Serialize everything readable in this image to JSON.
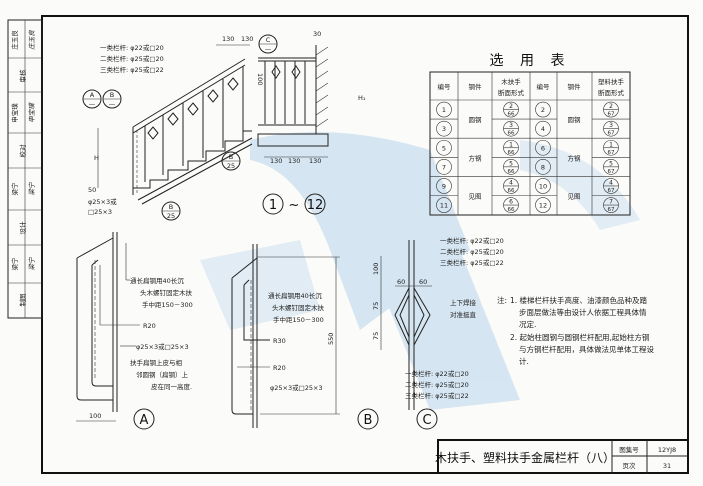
{
  "sidebar": {
    "cells": [
      {
        "role": "审核",
        "name": "庄玉良"
      },
      {
        "role": "校对",
        "name": "申宝璞"
      },
      {
        "role": "设计",
        "name": "梁宁"
      },
      {
        "role": "制图",
        "name": ""
      }
    ],
    "rows": [
      "庄玉良",
      "审核",
      "申宝璞",
      "校对",
      "梁宁",
      "设计",
      "梁宁",
      "制图"
    ]
  },
  "stair": {
    "rail_types": [
      "一类栏杆: φ22或□20",
      "二类栏杆: φ25或□20",
      "三类栏杆: φ25或□22"
    ],
    "dim_30": "30",
    "dim_130_top": [
      "130",
      "130"
    ],
    "dim_130_bottom": [
      "130",
      "130",
      "130"
    ],
    "dim_100": "100",
    "dim_h": "H",
    "dim_h1": "H₁",
    "dim_50": "50",
    "flat_steel": [
      "φ25×3或",
      "□25×3"
    ],
    "ref_a": {
      "top": "A",
      "bottom": "—"
    },
    "ref_b": {
      "top": "B",
      "bottom": "—"
    },
    "ref_c": {
      "top": "C",
      "bottom": "—"
    },
    "ref_b25": {
      "top": "B",
      "bottom": "25"
    },
    "range_from": "1",
    "range_sep": "~",
    "range_to": "12"
  },
  "table": {
    "title": "选 用 表",
    "headers": [
      "编号",
      "钢件",
      "木扶手断面形式",
      "编号",
      "钢件",
      "塑料扶手断面形式"
    ],
    "header_lines": {
      "wood": [
        "木扶手",
        "断面形式"
      ],
      "plastic": [
        "塑料扶手",
        "断面形式"
      ]
    },
    "groups": [
      "圆钢",
      "方钢",
      "见图"
    ],
    "rows": [
      {
        "no_a": "1",
        "wood_top": "2",
        "wood_bot": "66",
        "no_b": "2",
        "pl_top": "2",
        "pl_bot": "67"
      },
      {
        "no_a": "3",
        "wood_top": "3",
        "wood_bot": "66",
        "no_b": "4",
        "pl_top": "3",
        "pl_bot": "67"
      },
      {
        "no_a": "5",
        "wood_top": "1",
        "wood_bot": "66",
        "no_b": "6",
        "pl_top": "1",
        "pl_bot": "67"
      },
      {
        "no_a": "7",
        "wood_top": "5",
        "wood_bot": "66",
        "no_b": "8",
        "pl_top": "5",
        "pl_bot": "67"
      },
      {
        "no_a": "9",
        "wood_top": "4",
        "wood_bot": "66",
        "no_b": "10",
        "pl_top": "4",
        "pl_bot": "67"
      },
      {
        "no_a": "11",
        "wood_top": "6",
        "wood_bot": "66",
        "no_b": "12",
        "pl_top": "7",
        "pl_bot": "67"
      }
    ]
  },
  "detail_a": {
    "label": "A",
    "note1": [
      "通长扁钢用40长沉",
      "头木螺钉固定木扶",
      "手中距150－300"
    ],
    "r": "R20",
    "steel": "φ25×3或□25×3",
    "note2": [
      "扶手扁钢上皮与相",
      "邻圆钢（扁钢）上",
      "皮在同一高度."
    ],
    "dim_100": "100"
  },
  "detail_b": {
    "label": "B",
    "note1": [
      "通长扁钢用40长沉",
      "头木螺钉固定木扶",
      "手中距150－300"
    ],
    "r30": "R30",
    "r20": "R20",
    "steel": "φ25×3或□25×3",
    "dim_550": "550"
  },
  "detail_c": {
    "label": "C",
    "rail_types_top": [
      "一类栏杆: φ22或□20",
      "二类栏杆: φ25或□20",
      "三类栏杆: φ25或□22"
    ],
    "rail_types_bottom": [
      "一类栏杆: φ22或□20",
      "二类栏杆: φ25或□20",
      "三类栏杆: φ25或□22"
    ],
    "dim_60": [
      "60",
      "60"
    ],
    "dims_v": [
      "100",
      "75",
      "75"
    ],
    "weld_note": [
      "上下焊接",
      "对准挺直"
    ]
  },
  "notes": {
    "prefix": "注:",
    "items": [
      [
        "1. 楼梯栏杆扶手高度、油漆颜色品种及踏",
        "步面层做法等由设计人依据工程具体情",
        "况定."
      ],
      [
        "2. 起始柱圆钢与圆钢栏杆配用,起始柱方钢",
        "与方钢栏杆配用，具体做法见单体工程设",
        "计."
      ]
    ]
  },
  "title_block": {
    "title": "木扶手、塑料扶手金属栏杆（八）",
    "atlas_label": "图集号",
    "atlas_value": "12YJ8",
    "page_label": "页次",
    "page_value": "31"
  },
  "colors": {
    "watermark": "#a9cbe8",
    "ink": "#1a1a1a",
    "paper": "#fbfbf9"
  }
}
